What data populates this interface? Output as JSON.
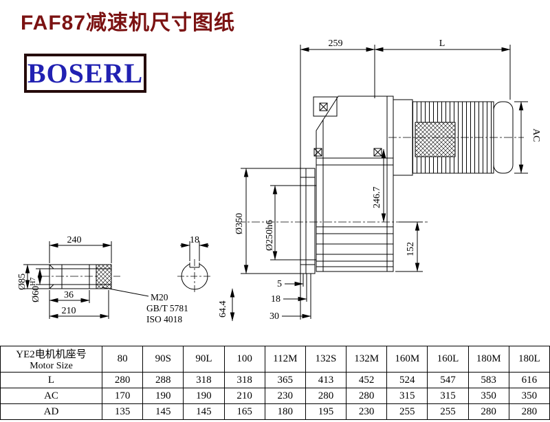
{
  "page": {
    "title": "FAF87减速机尺寸图纸",
    "logo": "BOSERL"
  },
  "colors": {
    "title_text": "#7b1212",
    "logo_text": "#2121b2",
    "logo_border": "#250a0a",
    "line": "#000000",
    "background": "#ffffff"
  },
  "main_view": {
    "dim_259": "259",
    "dim_L": "L",
    "dim_AC": "AC",
    "dim_246_7": "246.7",
    "dim_350": "Ø350",
    "dim_250h6": "Ø250h6",
    "dim_152": "152",
    "dim_5": "5",
    "dim_18": "18",
    "dim_30": "30",
    "dim_64_4": "64.4"
  },
  "shaft_view": {
    "dim_240": "240",
    "dim_18": "18",
    "dim_85": "Ø85",
    "dim_60": "Ø60",
    "dim_60_tol": "H7",
    "dim_36": "36",
    "dim_210": "210",
    "thread": "M20",
    "std_gb": "GB/T 5781",
    "std_iso": "ISO 4018"
  },
  "table": {
    "header_cn": "YE2电机机座号",
    "header_en": "Motor Size",
    "columns": [
      "80",
      "90S",
      "90L",
      "100",
      "112M",
      "132S",
      "132M",
      "160M",
      "160L",
      "180M",
      "180L"
    ],
    "rows": [
      {
        "label": "L",
        "values": [
          "280",
          "288",
          "318",
          "318",
          "365",
          "413",
          "452",
          "524",
          "547",
          "583",
          "616"
        ]
      },
      {
        "label": "AC",
        "values": [
          "170",
          "190",
          "190",
          "210",
          "230",
          "280",
          "280",
          "315",
          "315",
          "350",
          "350"
        ]
      },
      {
        "label": "AD",
        "values": [
          "135",
          "145",
          "145",
          "165",
          "180",
          "195",
          "230",
          "255",
          "255",
          "280",
          "280"
        ]
      }
    ]
  }
}
